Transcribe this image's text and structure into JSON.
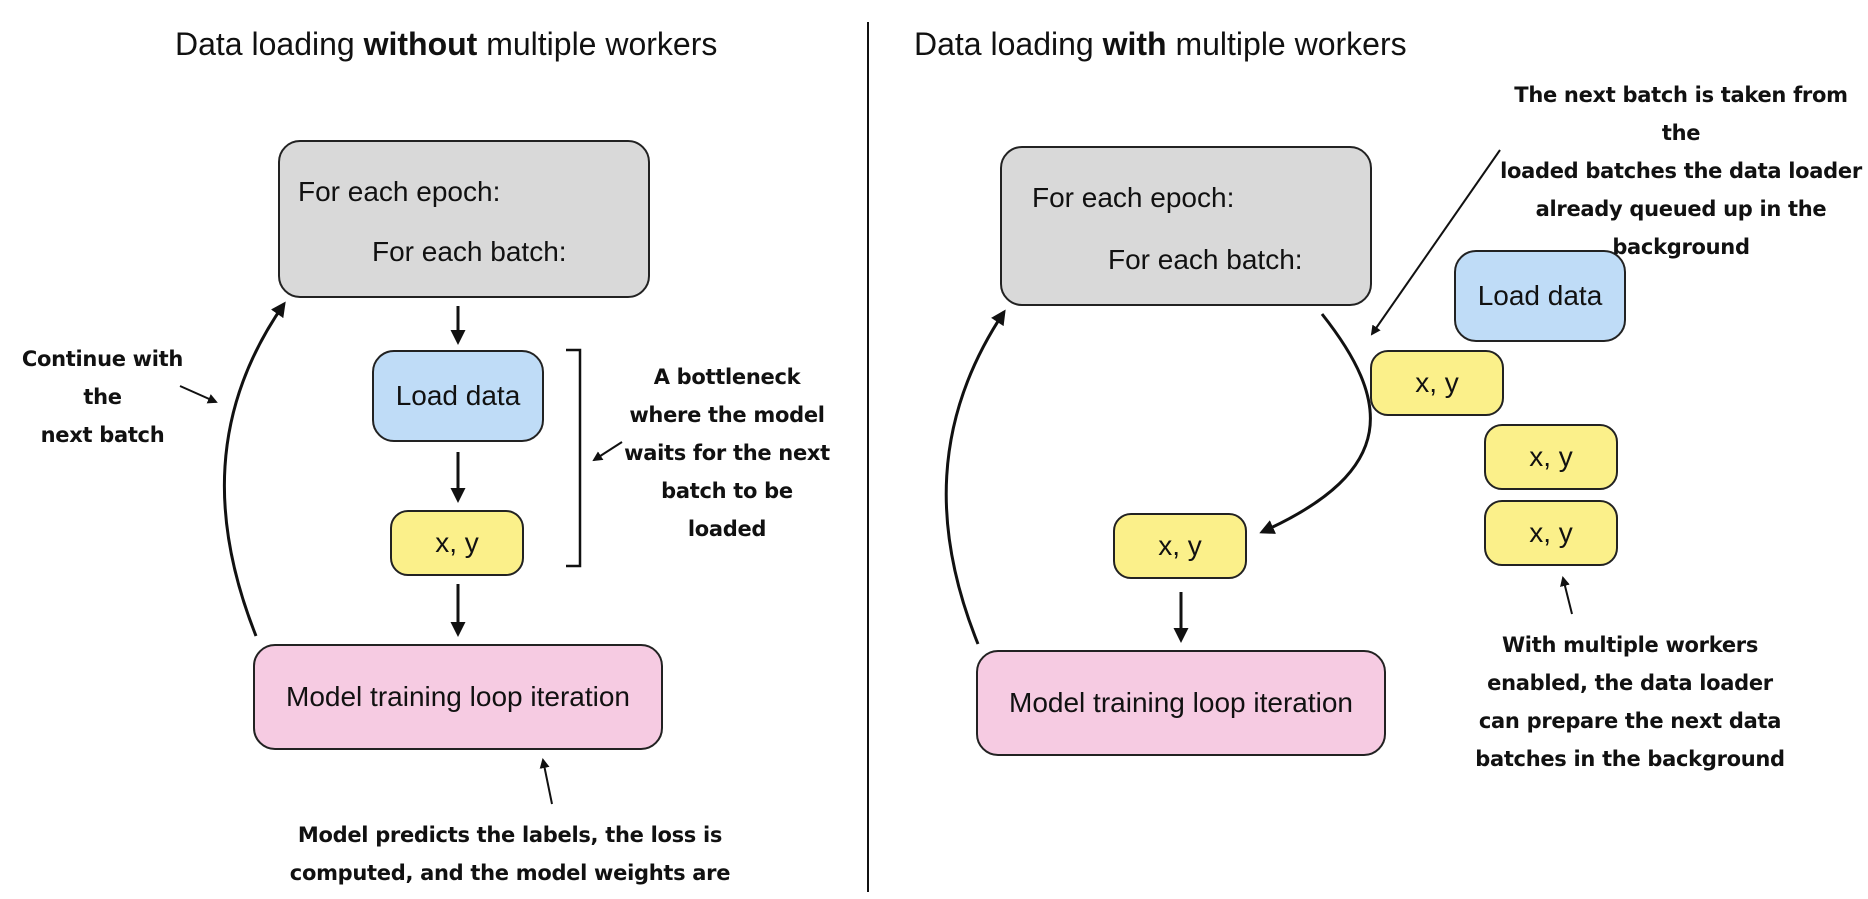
{
  "left_panel": {
    "title_prefix": "Data loading ",
    "title_bold": "without",
    "title_suffix": " multiple workers",
    "epoch_box": {
      "line1": "For each epoch:",
      "line2": "For each batch:"
    },
    "load_data": "Load data",
    "xy": "x, y",
    "training": "Model training loop iteration",
    "note_continue": [
      "Continue with the",
      "next batch"
    ],
    "note_bottleneck": [
      "A bottleneck",
      "where the model",
      "waits for the next",
      "batch to be",
      "loaded"
    ],
    "note_predicts": [
      "Model predicts the labels, the loss is",
      "computed, and the model weights are updated"
    ]
  },
  "right_panel": {
    "title_prefix": "Data loading ",
    "title_bold": "with",
    "title_suffix": " multiple workers",
    "epoch_box": {
      "line1": "For each epoch:",
      "line2": "For each batch:"
    },
    "load_data": "Load data",
    "xy_queue": [
      "x, y",
      "x, y",
      "x, y"
    ],
    "xy_current": "x, y",
    "training": "Model training loop iteration",
    "note_next_batch": [
      "The next batch is taken from the",
      "loaded batches the data loader",
      "already queued up in the",
      "background"
    ],
    "note_workers": [
      "With multiple workers",
      "enabled, the data loader",
      "can prepare the next data",
      "batches in the background"
    ]
  },
  "colors": {
    "gray_box": "#d9d9d9",
    "blue_box": "#bfdcf7",
    "yellow_box": "#fbf08a",
    "pink_box": "#f6cbe2",
    "stroke": "#111111"
  }
}
